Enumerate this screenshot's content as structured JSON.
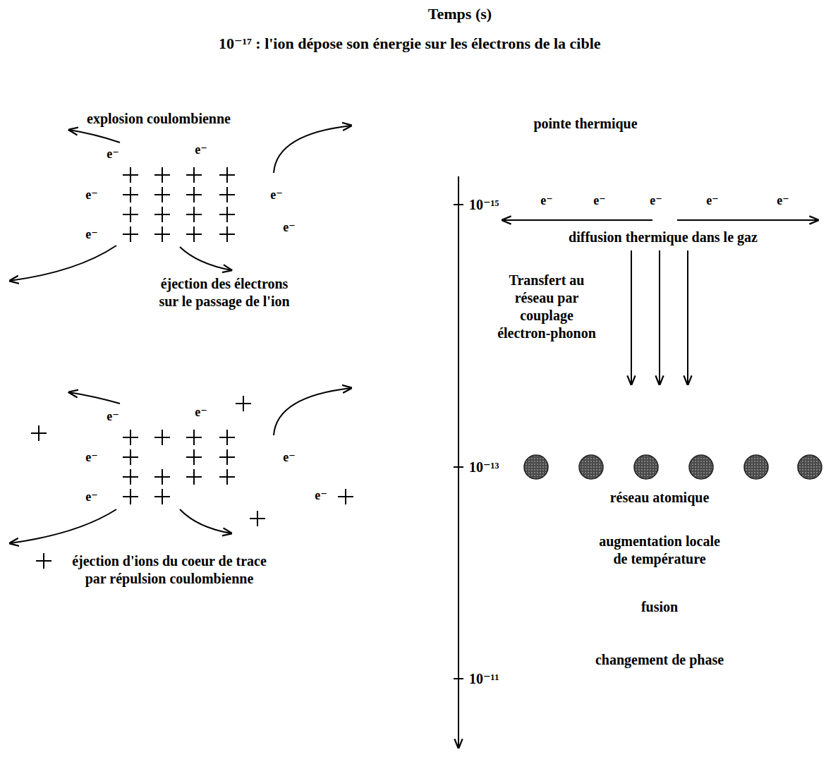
{
  "diagram": {
    "labels": [
      "Temps (s)",
      "10⁻¹⁷ : l'ion dépose son énergie sur les électrons de la cible",
      "explosion coulombienne",
      "pointe thermique",
      "e⁻",
      "e⁻",
      "e⁻",
      "e⁻",
      "e⁻",
      "e⁻",
      "10⁻¹⁵",
      "e⁻",
      "e⁻",
      "e⁻",
      "e⁻",
      "e⁻",
      "diffusion thermique dans le gaz",
      "Transfert au réseau par couplage électron-phonon",
      "éjection des électrons sur le passage de l'ion",
      "e⁻",
      "e⁻",
      "e⁻",
      "e⁻",
      "e⁻",
      "e⁻",
      "10⁻¹³",
      "réseau atomique",
      "augmentation locale de température",
      "éjection d'ions du coeur de trace par répulsion coulombienne",
      "fusion",
      "changement de phase",
      "10⁻¹¹"
    ]
  }
}
